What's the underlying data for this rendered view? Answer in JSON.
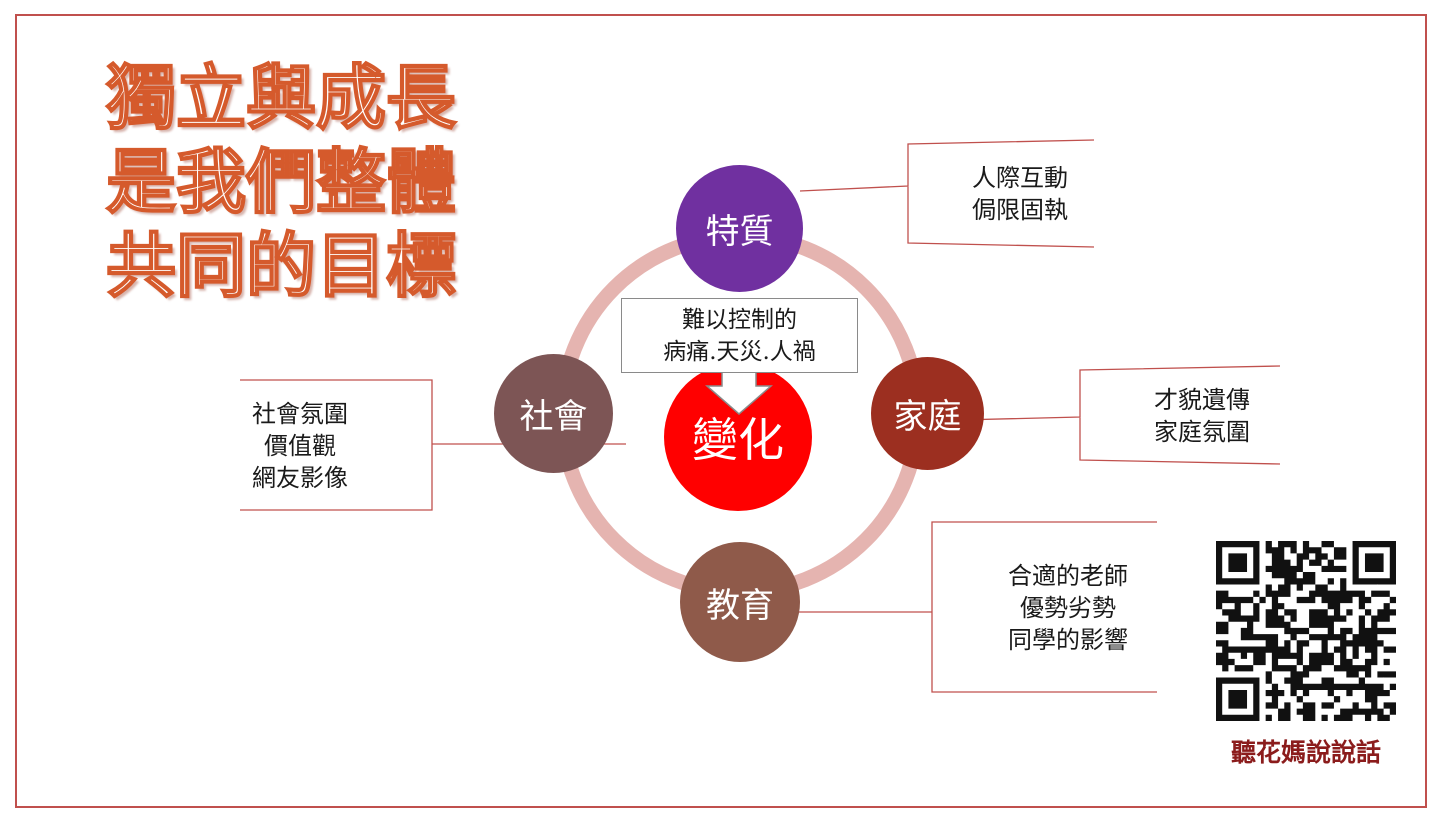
{
  "title": {
    "lines": [
      "獨立與成長",
      "是我們整體",
      "共同的目標"
    ]
  },
  "center": {
    "label": "變化",
    "color": "#ff0000"
  },
  "callout": {
    "lines": [
      "難以控制的",
      "病痛.天災.人禍"
    ]
  },
  "nodes": {
    "trait": {
      "label": "特質",
      "color": "#7030a0"
    },
    "family": {
      "label": "家庭",
      "color": "#9c2f20"
    },
    "education": {
      "label": "教育",
      "color": "#8f5a4a"
    },
    "society": {
      "label": "社會",
      "color": "#7d5555"
    }
  },
  "ring_color": "#e5b4b0",
  "notes": {
    "trait": [
      "人際互動",
      "侷限固執"
    ],
    "family": [
      "才貌遺傳",
      "家庭氛圍"
    ],
    "education": [
      "合適的老師",
      "優勢劣勢",
      "同學的影響"
    ],
    "society": [
      "社會氛圍",
      "價值觀",
      "網友影像"
    ]
  },
  "brand": "聽花媽說說話",
  "colors": {
    "frame": "#c0504d",
    "title_outline": "#d55a2c",
    "brace": "#c0504d"
  }
}
